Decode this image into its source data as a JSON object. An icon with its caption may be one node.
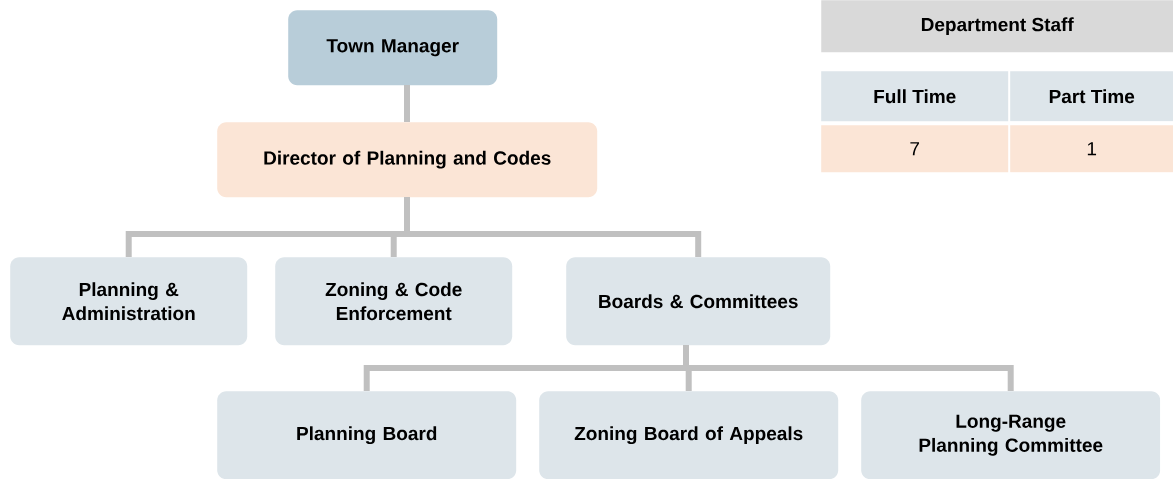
{
  "diagram": {
    "nodes": [
      {
        "text": [
          "Town Manager"
        ]
      },
      {
        "text": [
          "Director of Planning and Codes"
        ]
      },
      {
        "text": [
          "Planning & Administration"
        ]
      },
      {
        "text": [
          "Zoning & Code Enforcement"
        ]
      },
      {
        "text": [
          "Boards & Committees"
        ]
      },
      {
        "text": [
          "Planning Board"
        ]
      },
      {
        "text": [
          "Zoning Board of Appeals"
        ]
      },
      {
        "text": [
          "Long-Range Planning Committee"
        ]
      }
    ],
    "edges": [
      {
        "from": 0,
        "to": 1,
        "arrow": "none"
      },
      {
        "from": 1,
        "to": 2,
        "arrow": "none"
      },
      {
        "from": 1,
        "to": 3,
        "arrow": "none"
      },
      {
        "from": 1,
        "to": 4,
        "arrow": "none"
      },
      {
        "from": 4,
        "to": 5,
        "arrow": "none"
      },
      {
        "from": 4,
        "to": 6,
        "arrow": "none"
      },
      {
        "from": 4,
        "to": 7,
        "arrow": "none"
      }
    ],
    "labels": [
      "Department Staff",
      "Full Time",
      "Part Time",
      "7",
      "1"
    ]
  }
}
